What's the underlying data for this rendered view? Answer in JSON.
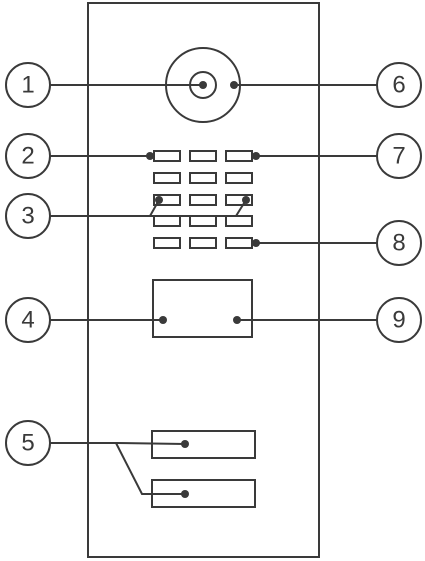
{
  "callouts": {
    "c1": "1",
    "c2": "2",
    "c3": "3",
    "c4": "4",
    "c5": "5",
    "c6": "6",
    "c7": "7",
    "c8": "8",
    "c9": "9"
  },
  "colors": {
    "stroke": "#3a3a3a",
    "background": "#ffffff"
  }
}
